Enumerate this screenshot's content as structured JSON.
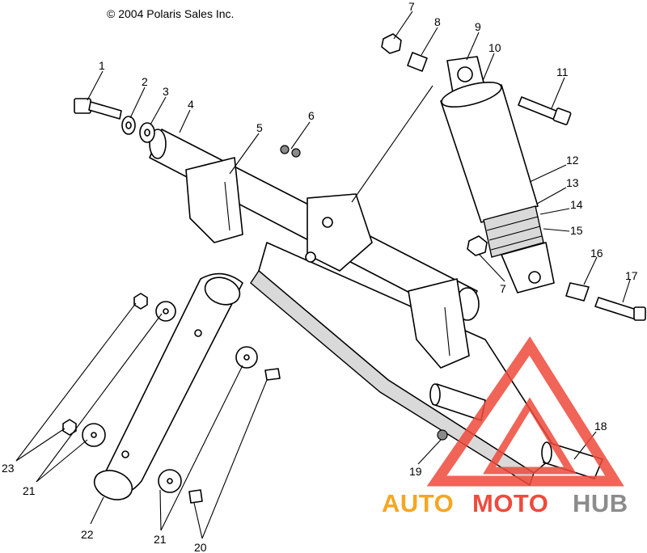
{
  "copyright": "© 2004 Polaris Sales Inc.",
  "callouts": [
    {
      "id": "c1",
      "text": "1"
    },
    {
      "id": "c2",
      "text": "2"
    },
    {
      "id": "c3",
      "text": "3"
    },
    {
      "id": "c4",
      "text": "4"
    },
    {
      "id": "c5",
      "text": "5"
    },
    {
      "id": "c6",
      "text": "6"
    },
    {
      "id": "c7a",
      "text": "7"
    },
    {
      "id": "c7b",
      "text": "7"
    },
    {
      "id": "c8",
      "text": "8"
    },
    {
      "id": "c9",
      "text": "9"
    },
    {
      "id": "c10",
      "text": "10"
    },
    {
      "id": "c11",
      "text": "11"
    },
    {
      "id": "c12",
      "text": "12"
    },
    {
      "id": "c13",
      "text": "13"
    },
    {
      "id": "c14",
      "text": "14"
    },
    {
      "id": "c15",
      "text": "15"
    },
    {
      "id": "c16",
      "text": "16"
    },
    {
      "id": "c17",
      "text": "17"
    },
    {
      "id": "c18",
      "text": "18"
    },
    {
      "id": "c19",
      "text": "19"
    },
    {
      "id": "c20",
      "text": "20"
    },
    {
      "id": "c21a",
      "text": "21"
    },
    {
      "id": "c21b",
      "text": "21"
    },
    {
      "id": "c22",
      "text": "22"
    },
    {
      "id": "c23",
      "text": "23"
    }
  ],
  "watermark": {
    "part1": "AUTO",
    "part2": "MOTO",
    "part3": "HUB",
    "color_orange": "#f5a623",
    "color_red": "#ef4a3c",
    "color_gray": "#8c8c8c"
  }
}
